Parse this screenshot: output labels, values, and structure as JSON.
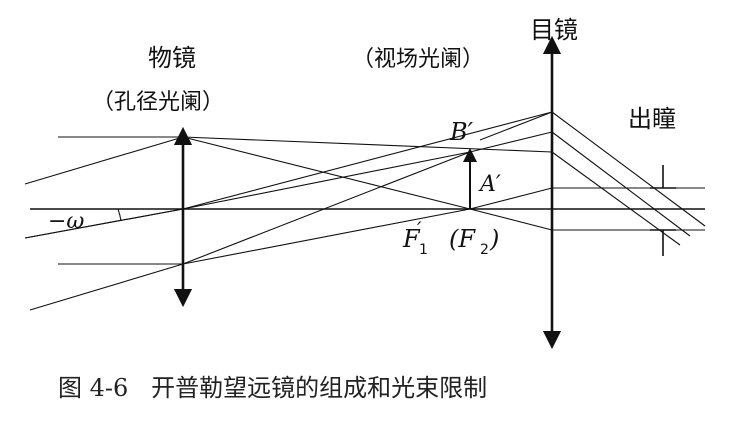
{
  "labels": {
    "objective": "物镜",
    "objective_stop": "（孔径光阑）",
    "field_stop": "（视场光阑）",
    "eyepiece": "目镜",
    "exit_pupil": "出瞳",
    "neg_omega": "−ω",
    "point_b": "B′",
    "point_a": "A′",
    "focus_f1_main": "F",
    "focus_f1_sub": "1",
    "focus_f1_prime": "′",
    "focus_f2_open": "(F",
    "focus_f2_sub": "2",
    "focus_f2_close": ")"
  },
  "caption": "图 4-6   开普勒望远镜的组成和光束限制",
  "colors": {
    "ink": "#111111"
  }
}
